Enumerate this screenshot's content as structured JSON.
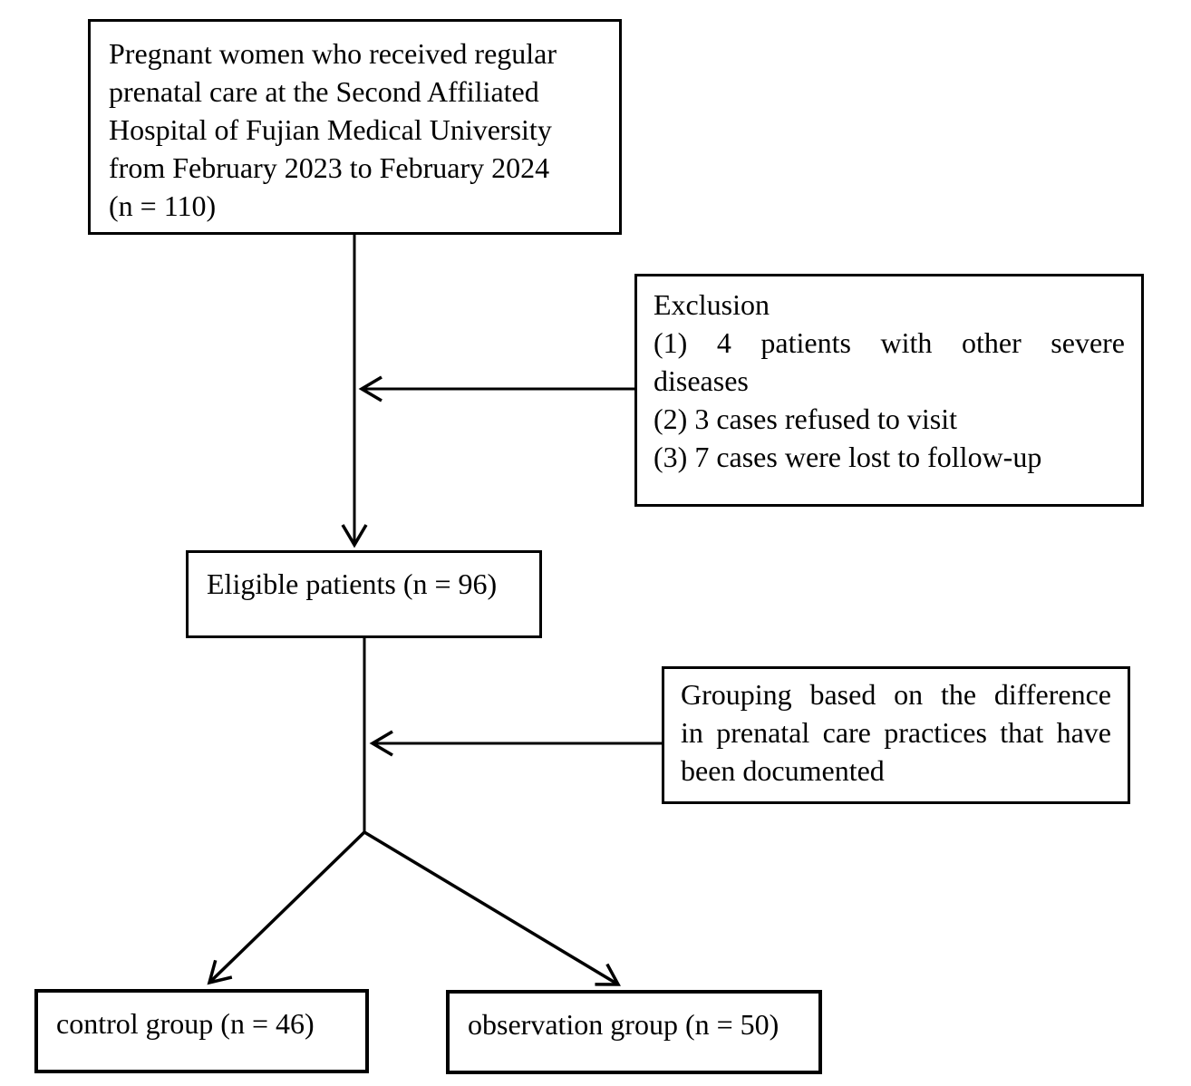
{
  "diagram": {
    "type": "flowchart",
    "colors": {
      "background": "#ffffff",
      "line": "#000000",
      "text": "#000000"
    },
    "boxes": {
      "population": {
        "lines": [
          "Pregnant women who received regular",
          "prenatal care at the Second Affiliated",
          "Hospital of Fujian Medical University",
          "from February 2023 to February 2024",
          "(n = 110)"
        ],
        "n": 110
      },
      "exclusion": {
        "lines": [
          "Exclusion",
          "(1) 4 patients with other severe",
          "diseases",
          "(2) 3 cases refused to visit",
          "(3) 7 cases were lost to follow-up"
        ]
      },
      "eligible": {
        "label": "Eligible patients (n = 96)",
        "n": 96
      },
      "grouping": {
        "lines": [
          "Grouping based on the difference",
          "in prenatal care practices that have",
          "been documented"
        ]
      },
      "control": {
        "label": "control group (n = 46)",
        "n": 46
      },
      "observation": {
        "label": "observation group (n = 50)",
        "n": 50
      }
    }
  }
}
